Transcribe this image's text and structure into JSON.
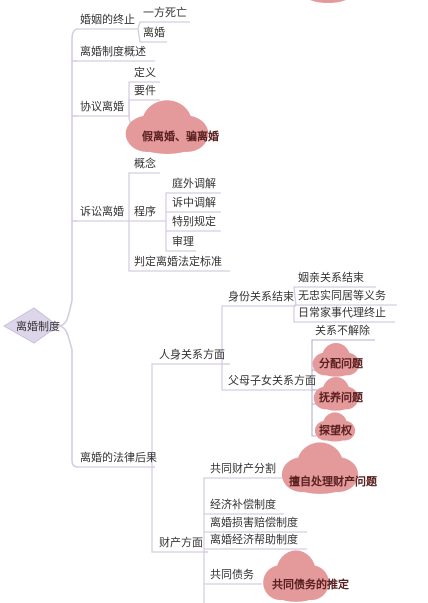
{
  "colors": {
    "branch": "#d5cce3",
    "branch_dark": "#b9aed0",
    "root_fill": "#ddd6ea",
    "cloud": "#e49a9a",
    "cloud_dark": "#d58383"
  },
  "root": {
    "label": "离婚制度"
  },
  "level1": {
    "end_of_marriage": "婚姻的终止",
    "overview": "离婚制度概述",
    "agreement_divorce": "协议离婚",
    "litigation_divorce": "诉讼离婚",
    "legal_consequences": "离婚的法律后果"
  },
  "end_of_marriage": {
    "death": "一方死亡",
    "divorce": "离婚"
  },
  "agreement": {
    "definition": "定义",
    "requirements": "要件",
    "cloud": "假离婚、骗离婚"
  },
  "litigation": {
    "concept": "概念",
    "procedure": "程序",
    "standard": "判定离婚法定标准",
    "procedure_items": [
      "庭外调解",
      "诉中调解",
      "特别规定",
      "审理"
    ]
  },
  "consequences": {
    "personal": "人身关系方面",
    "property": "财产方面",
    "identity": "身份关系结束",
    "identity_items": [
      "姻亲关系结束",
      "无忠实同居等义务",
      "日常家事代理终止"
    ],
    "parent_child": "父母子女关系方面",
    "parent_child_items": [
      "关系不解除"
    ],
    "parent_clouds": [
      "分配问题",
      "抚养问题",
      "探望权"
    ],
    "joint_property": "共同财产分割",
    "joint_property_cloud": "擅自处理财产问题",
    "compensation": "经济补偿制度",
    "damages": "离婚损害赔偿制度",
    "economic_help": "离婚经济帮助制度",
    "joint_debt": "共同债务",
    "joint_debt_cloud": "共同债务的推定"
  }
}
